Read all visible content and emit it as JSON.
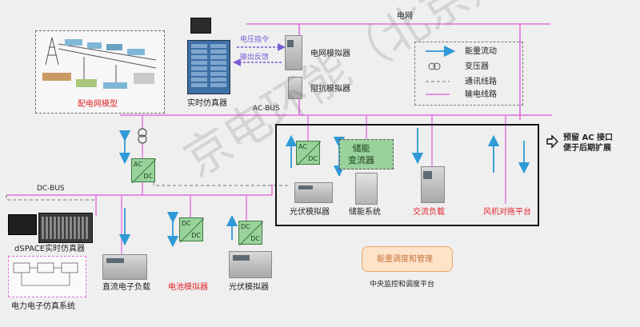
{
  "labels": {
    "grid": "电网",
    "ac_bus": "AC-BUS",
    "dc_bus": "DC-BUS",
    "grid_simulator": "电网模拟器",
    "impedance_simulator": "阻抗模拟器",
    "realtime_simulator": "实时仿真器",
    "distribution_model": "配电网模型",
    "voltage_command": "电压指令",
    "output_feedback": "输出反馈",
    "pv_simulator_top": "光伏模拟器",
    "storage_system": "储能系统",
    "storage_converter": "储能\n变流器",
    "ac_load": "交流负载",
    "wind_platform": "风机对拖平台",
    "reserve_ac_port": "预留 AC 接口\n便于后期扩展",
    "dspace": "dSPACE实时仿真器",
    "pe_system": "电力电子仿真系统",
    "dc_load": "直流电子负载",
    "battery_simulator": "电池模拟器",
    "pv_simulator_bottom": "光伏模拟器",
    "energy_dispatch": "能量调度和管理",
    "central_platform": "中央监控和调度平台",
    "converter_ac": "AC",
    "converter_dc": "DC",
    "watermark": "京电环能（北京）科技"
  },
  "legend": {
    "energy_flow": "能量流动",
    "transformer": "变压器",
    "comm_line": "通讯线路",
    "power_line": "输电线路"
  },
  "colors": {
    "power_line": "#e46fe0",
    "energy_flow": "#2f9ad7",
    "converter_fill": "#9ad29b",
    "highlight_red": "#e2262a",
    "command_text": "#7a5bd6",
    "dispatch_box_fill": "#fde3c8",
    "dispatch_box_text": "#c8743d"
  }
}
